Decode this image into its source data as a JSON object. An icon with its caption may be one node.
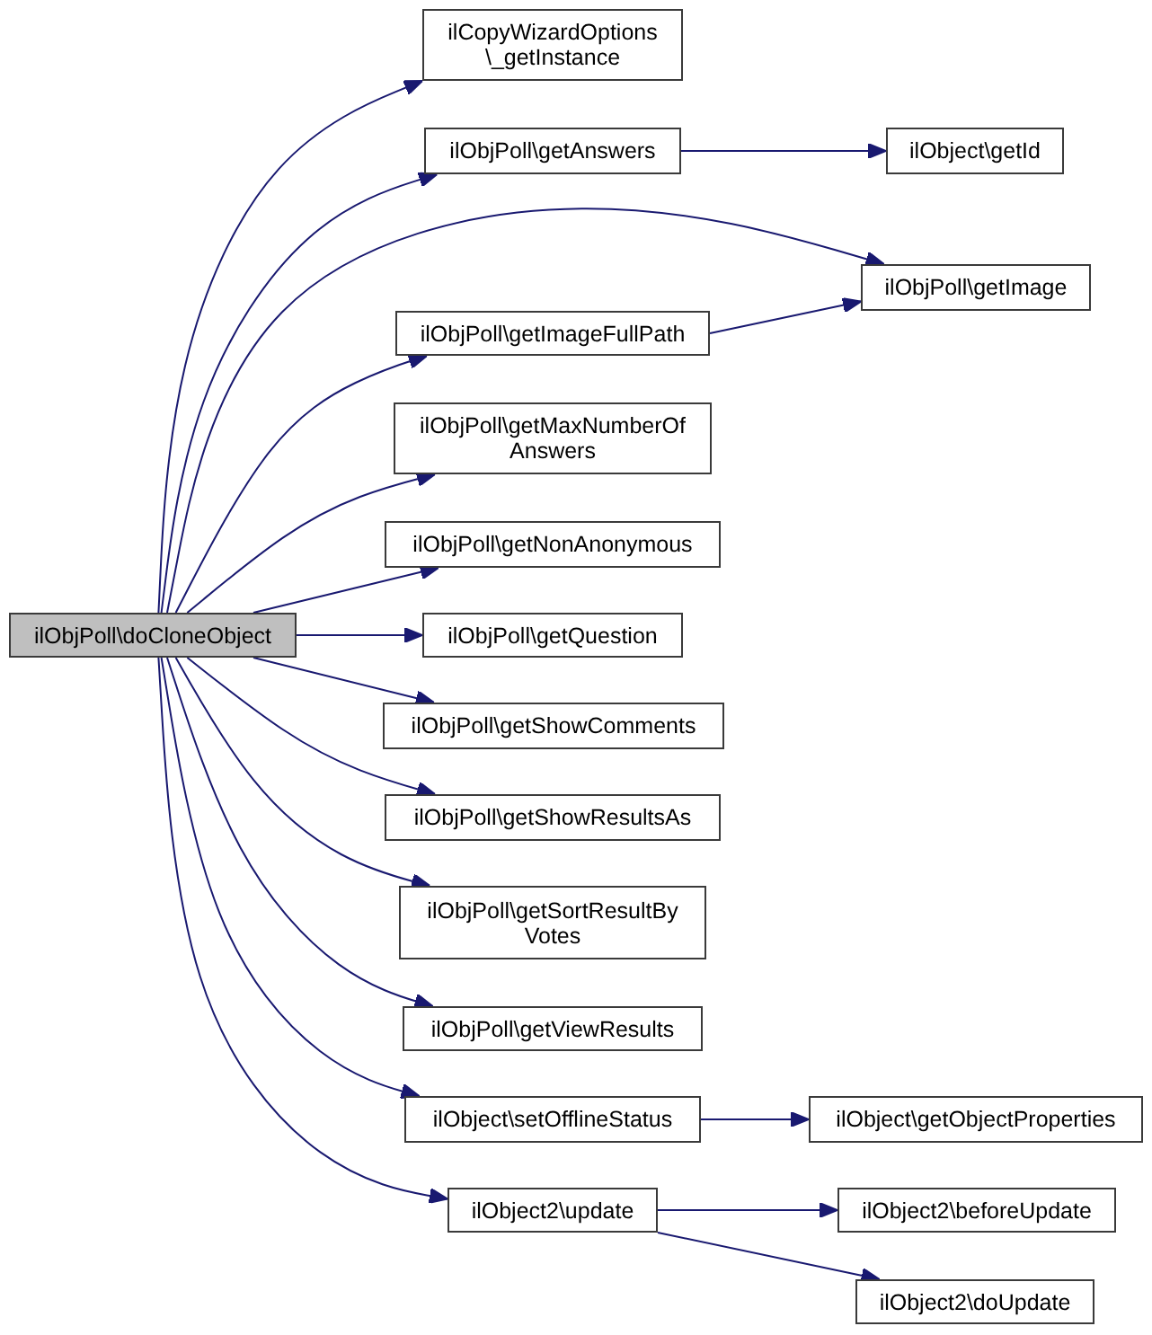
{
  "diagram": {
    "nodes": [
      {
        "text": [
          "ilObjPoll\\doCloneObject"
        ]
      },
      {
        "text": [
          "ilCopyWizardOptions \\_getInstance"
        ]
      },
      {
        "text": [
          "ilObjPoll\\getAnswers"
        ]
      },
      {
        "text": [
          "ilObject\\getId"
        ]
      },
      {
        "text": [
          "ilObjPoll\\getImage"
        ]
      },
      {
        "text": [
          "ilObjPoll\\getImageFullPath"
        ]
      },
      {
        "text": [
          "ilObjPoll\\getMaxNumberOf Answers"
        ]
      },
      {
        "text": [
          "ilObjPoll\\getNonAnonymous"
        ]
      },
      {
        "text": [
          "ilObjPoll\\getQuestion"
        ]
      },
      {
        "text": [
          "ilObjPoll\\getShowComments"
        ]
      },
      {
        "text": [
          "ilObjPoll\\getShowResultsAs"
        ]
      },
      {
        "text": [
          "ilObjPoll\\getSortResultBy Votes"
        ]
      },
      {
        "text": [
          "ilObjPoll\\getViewResults"
        ]
      },
      {
        "text": [
          "ilObject\\setOfflineStatus"
        ]
      },
      {
        "text": [
          "ilObject\\getObjectProperties"
        ]
      },
      {
        "text": [
          "ilObject2\\update"
        ]
      },
      {
        "text": [
          "ilObject2\\beforeUpdate"
        ]
      },
      {
        "text": [
          "ilObject2\\doUpdate"
        ]
      }
    ],
    "edges": [
      {
        "from": 0,
        "to": 1,
        "arrow": "to"
      },
      {
        "from": 0,
        "to": 2,
        "arrow": "to"
      },
      {
        "from": 2,
        "to": 3,
        "arrow": "to"
      },
      {
        "from": 0,
        "to": 4,
        "arrow": "to"
      },
      {
        "from": 0,
        "to": 5,
        "arrow": "to"
      },
      {
        "from": 5,
        "to": 4,
        "arrow": "to"
      },
      {
        "from": 0,
        "to": 6,
        "arrow": "to"
      },
      {
        "from": 0,
        "to": 7,
        "arrow": "to"
      },
      {
        "from": 0,
        "to": 8,
        "arrow": "to"
      },
      {
        "from": 0,
        "to": 9,
        "arrow": "to"
      },
      {
        "from": 0,
        "to": 10,
        "arrow": "to"
      },
      {
        "from": 0,
        "to": 11,
        "arrow": "to"
      },
      {
        "from": 0,
        "to": 12,
        "arrow": "to"
      },
      {
        "from": 0,
        "to": 13,
        "arrow": "to"
      },
      {
        "from": 13,
        "to": 14,
        "arrow": "to"
      },
      {
        "from": 0,
        "to": 15,
        "arrow": "to"
      },
      {
        "from": 15,
        "to": 16,
        "arrow": "to"
      },
      {
        "from": 15,
        "to": 17,
        "arrow": "to"
      }
    ]
  }
}
